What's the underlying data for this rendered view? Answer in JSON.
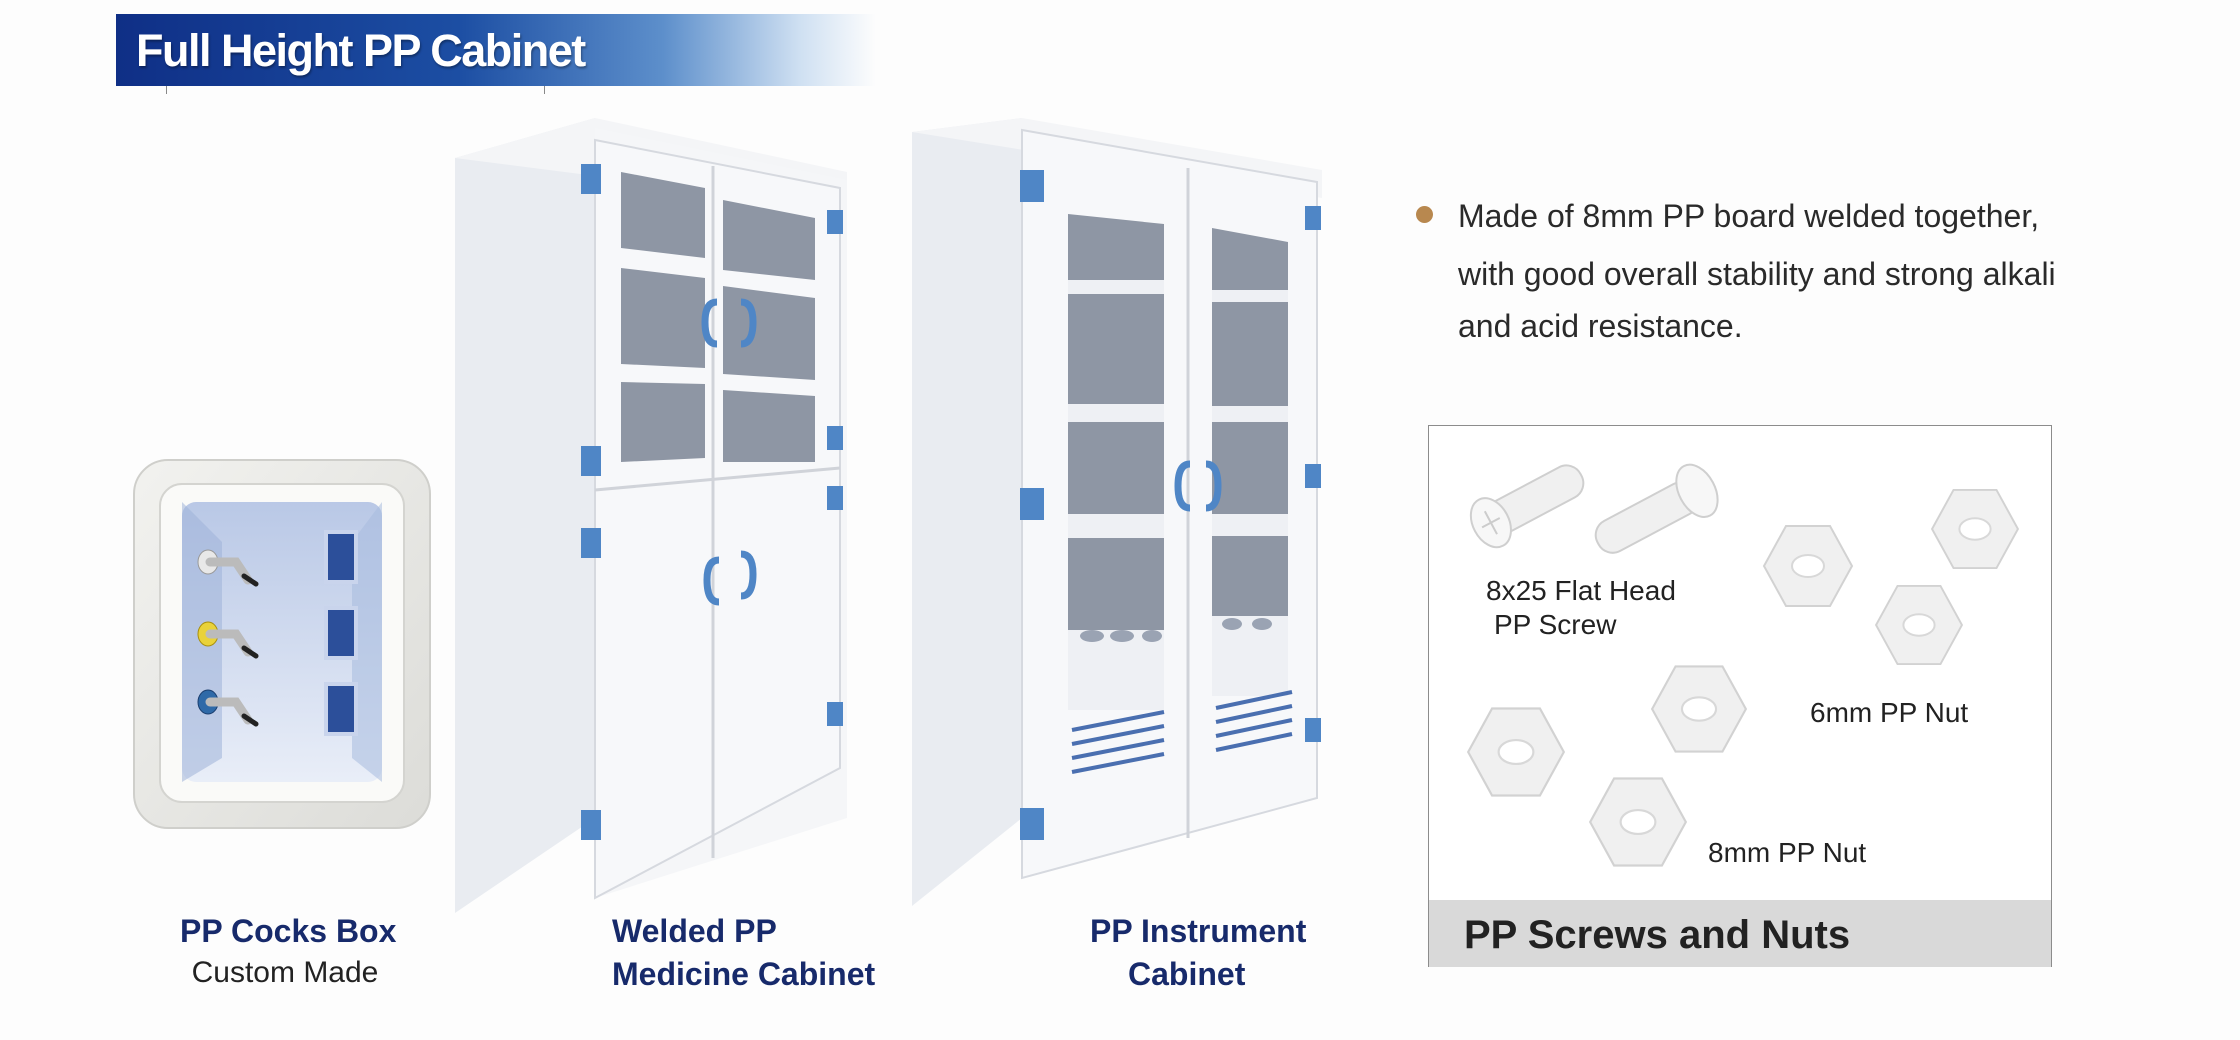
{
  "header": {
    "title": "Full Height PP Cabinet"
  },
  "products": [
    {
      "name": "PP Cocks Box",
      "subtitle": "Custom Made"
    },
    {
      "name_line1": "Welded PP",
      "name_line2": "Medicine Cabinet"
    },
    {
      "name_line1": "PP Instrument",
      "name_line2": "Cabinet"
    }
  ],
  "bullet": {
    "lines": [
      "Made of 8mm PP board welded together,",
      "with good overall stability and strong alkali",
      "and acid resistance."
    ]
  },
  "screws_panel": {
    "title": "PP Screws and Nuts",
    "screw_label_line1": "8x25 Flat Head",
    "screw_label_line2": "PP Screw",
    "nut6_label": "6mm PP Nut",
    "nut8_label": "8mm PP Nut"
  },
  "colors": {
    "banner_dark": "#0f2f86",
    "caption": "#172a6b",
    "hinge_blue": "#4f86c6",
    "bullet": "#b8884f"
  }
}
